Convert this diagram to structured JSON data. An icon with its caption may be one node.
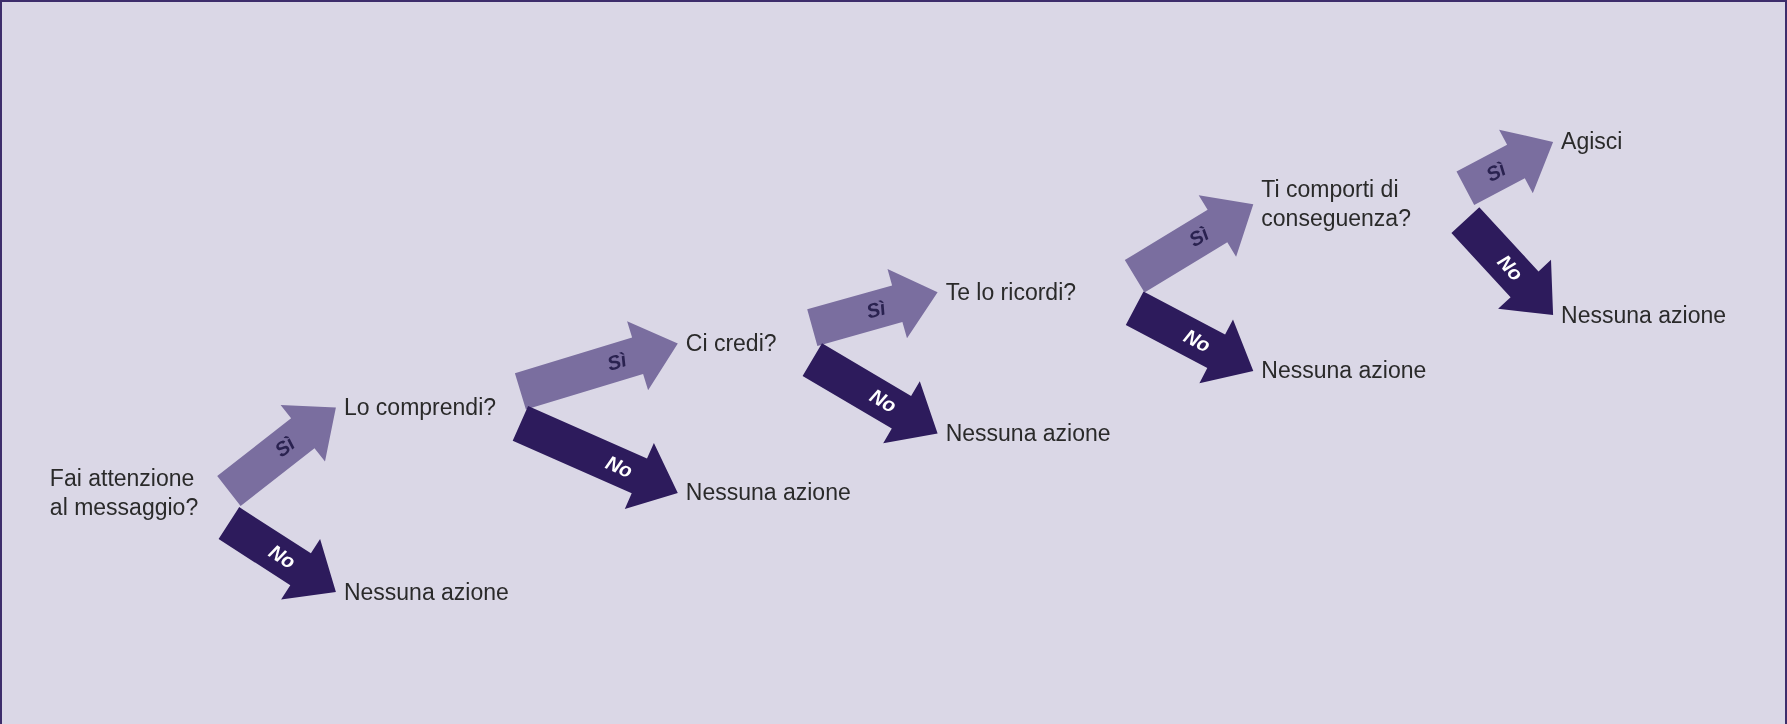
{
  "diagram": {
    "nodes": [
      {
        "text": [
          "Fai attenzione al messaggio?"
        ]
      },
      {
        "text": [
          "Lo comprendi?"
        ]
      },
      {
        "text": [
          "Nessuna azione"
        ]
      },
      {
        "text": [
          "Ci credi?"
        ]
      },
      {
        "text": [
          "Nessuna azione"
        ]
      },
      {
        "text": [
          "Te lo ricordi?"
        ]
      },
      {
        "text": [
          "Nessuna azione"
        ]
      },
      {
        "text": [
          "Ti comporti di conseguenza?"
        ]
      },
      {
        "text": [
          "Nessuna azione"
        ]
      },
      {
        "text": [
          "Agisci"
        ]
      },
      {
        "text": [
          "Nessuna azione"
        ]
      }
    ],
    "edges": [
      {
        "from": 0,
        "to": 1,
        "arrow": "to",
        "label": "Sì",
        "style": "thick",
        "color": "#7a6e9f"
      },
      {
        "from": 0,
        "to": 2,
        "arrow": "to",
        "label": "No",
        "style": "thick",
        "color": "#2d1b5c"
      },
      {
        "from": 1,
        "to": 3,
        "arrow": "to",
        "label": "Sì",
        "style": "thick",
        "color": "#7a6e9f"
      },
      {
        "from": 1,
        "to": 4,
        "arrow": "to",
        "label": "No",
        "style": "thick",
        "color": "#2d1b5c"
      },
      {
        "from": 3,
        "to": 5,
        "arrow": "to",
        "label": "Sì",
        "style": "thick",
        "color": "#7a6e9f"
      },
      {
        "from": 3,
        "to": 6,
        "arrow": "to",
        "label": "No",
        "style": "thick",
        "color": "#2d1b5c"
      },
      {
        "from": 5,
        "to": 7,
        "arrow": "to",
        "label": "Sì",
        "style": "thick",
        "color": "#7a6e9f"
      },
      {
        "from": 5,
        "to": 8,
        "arrow": "to",
        "label": "No",
        "style": "thick",
        "color": "#2d1b5c"
      },
      {
        "from": 7,
        "to": 9,
        "arrow": "to",
        "label": "Sì",
        "style": "thick",
        "color": "#7a6e9f"
      },
      {
        "from": 7,
        "to": 10,
        "arrow": "to",
        "label": "No",
        "style": "thick",
        "color": "#2d1b5c"
      }
    ]
  }
}
